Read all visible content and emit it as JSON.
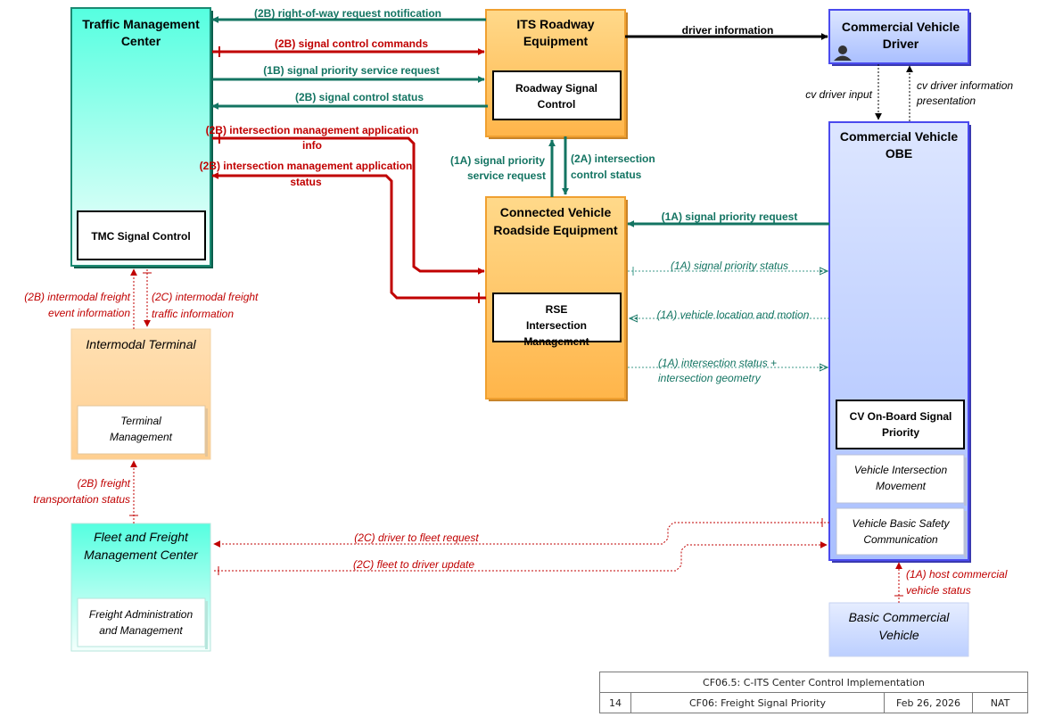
{
  "colors": {
    "teal": "#137462",
    "red": "#c00000",
    "black": "#000000",
    "center_fill_top": "#66ffe0",
    "center_fill_bottom": "#ffffff",
    "field_fill": "#ffbf66",
    "vehicle_fill": "#b8ccff",
    "orange_border": "#f0a030",
    "blue_border": "#4a4aee",
    "teal_border": "#1a8a72"
  },
  "objects": {
    "tmc": {
      "title": "Traffic Management Center",
      "sub": "TMC Signal Control"
    },
    "its_roadway": {
      "title": "ITS Roadway Equipment",
      "sub": "Roadway Signal Control"
    },
    "cv_driver": {
      "title": "Commercial Vehicle Driver",
      "icon": "person-icon"
    },
    "cv_rse": {
      "title": "Connected Vehicle Roadside Equipment",
      "sub": "RSE Intersection Management"
    },
    "cv_obe": {
      "title": "Commercial Vehicle OBE",
      "subs": [
        "CV On-Board Signal Priority",
        "Vehicle Intersection Movement",
        "Vehicle Basic Safety Communication"
      ]
    },
    "intermodal": {
      "title": "Intermodal Terminal",
      "sub": "Terminal Management"
    },
    "fleet": {
      "title": "Fleet and Freight Management Center",
      "sub": "Freight Administration and Management"
    },
    "basic_cv": {
      "title": "Basic Commercial Vehicle"
    }
  },
  "flows": {
    "f1": "(2B) right-of-way request notification",
    "f2": "(2B) signal control commands",
    "f3": "(1B) signal priority service request",
    "f4": "(2B) signal control status",
    "f5": "(2B) intersection management application info",
    "f6": "(2B) intersection management application status",
    "f7": "driver information",
    "f8": "cv driver input",
    "f9": "cv driver information presentation",
    "f10": "(1A) signal priority service request",
    "f11": "(2A) intersection control status",
    "f12": "(1A) signal priority request",
    "f13": "(1A) signal priority status",
    "f14": "(1A) vehicle location and motion",
    "f15": "(1A) intersection status + intersection geometry",
    "f16": "(2B) intermodal freight event information",
    "f17": "(2C) intermodal freight traffic information",
    "f18": "(2B) freight transportation status",
    "f19": "(2C) driver to fleet request",
    "f20": "(2C) fleet to driver update",
    "f21": "(1A) host commercial vehicle status"
  },
  "title_block": {
    "title": "CF06.5: C-ITS Center Control Implementation",
    "page": "14",
    "service": "CF06: Freight Signal Priority",
    "date": "Feb 26, 2026",
    "org": "NAT"
  }
}
